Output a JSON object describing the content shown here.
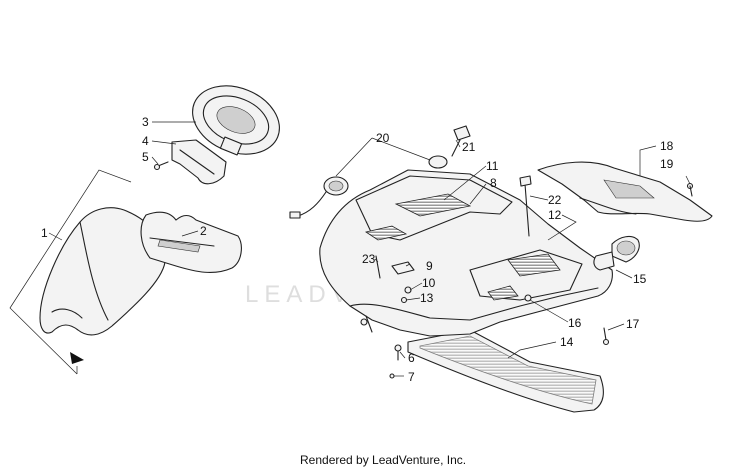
{
  "watermark": "LEADVENTURE",
  "footer": "Rendered by LeadVenture, Inc.",
  "callouts": {
    "c1": "1",
    "c2": "2",
    "c3": "3",
    "c4": "4",
    "c5": "5",
    "c6": "6",
    "c7": "7",
    "c8": "8",
    "c9": "9",
    "c10": "10",
    "c11": "11",
    "c12": "12",
    "c13": "13",
    "c14": "14",
    "c15": "15",
    "c16": "16",
    "c17": "17",
    "c18": "18",
    "c19": "19",
    "c20": "20",
    "c21": "21",
    "c22": "22",
    "c23": "23"
  }
}
